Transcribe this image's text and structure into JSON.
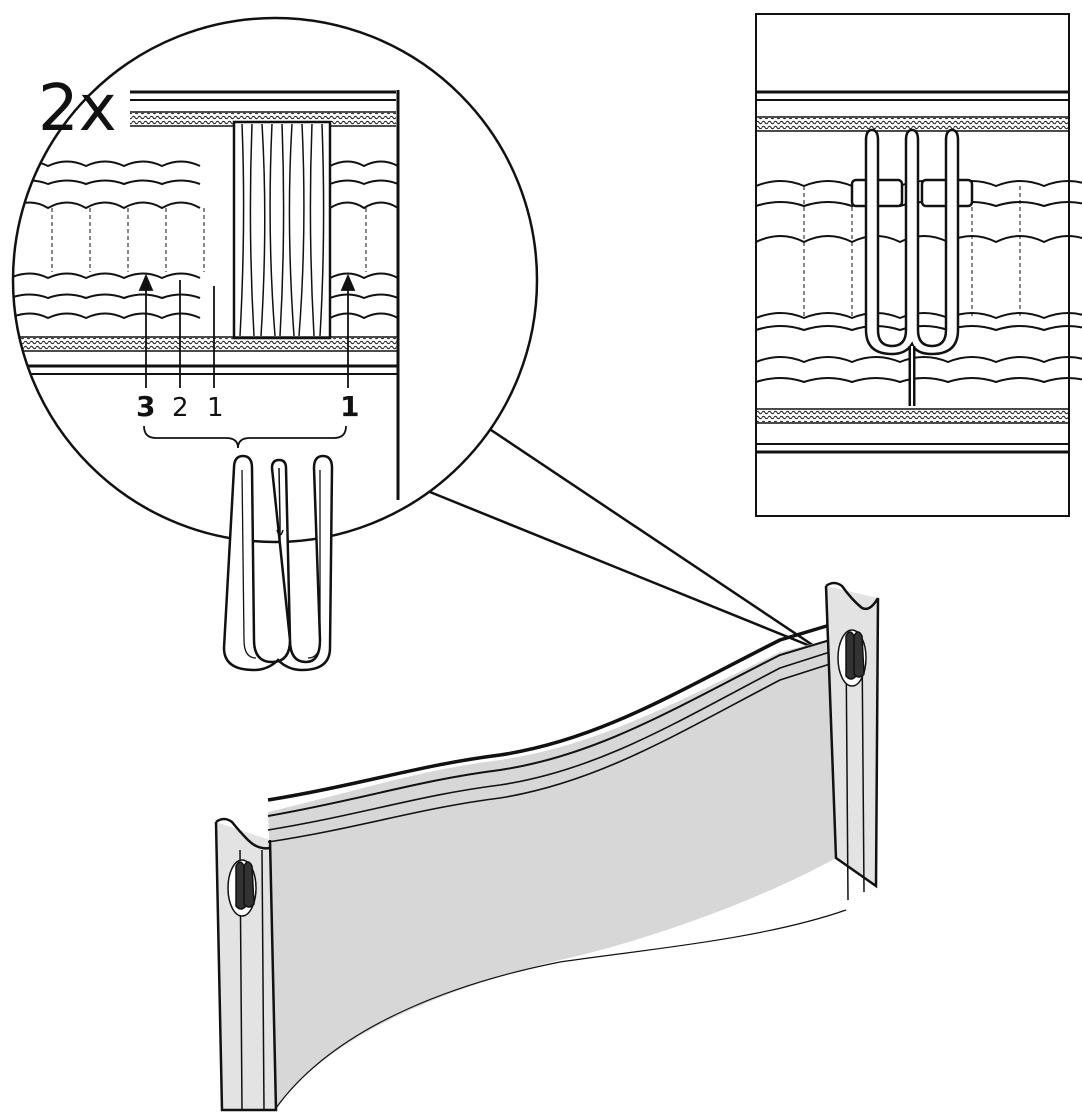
{
  "callout": {
    "multiplier": "2x",
    "pleat_labels": [
      {
        "text": "3",
        "bold": true
      },
      {
        "text": "2",
        "bold": false
      },
      {
        "text": "1",
        "bold": false
      },
      {
        "text": "1",
        "bold": true
      }
    ]
  },
  "colors": {
    "line": "#111111",
    "curtain_fill": "#d7d7d7",
    "hook_fill": "#ffffff"
  },
  "icons": [
    "curtain-hook-icon",
    "curtain-panel-icon",
    "pleat-tape-icon"
  ]
}
